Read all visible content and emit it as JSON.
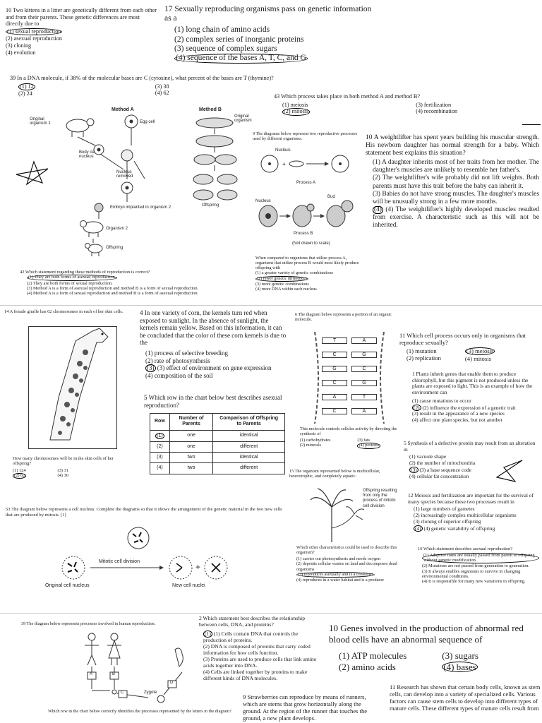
{
  "q10a": {
    "stem": "10 Two kittens in a litter are genetically different from each other and from their parents. These genetic differences are most directly due to",
    "options": [
      "(1) sexual reproduction",
      "(2) asexual reproduction",
      "(3) cloning",
      "(4) evolution"
    ]
  },
  "q17": {
    "stem": "17 Sexually reproducing organisms pass on genetic information as a",
    "options": [
      "(1) long chain of amino acids",
      "(2) complex series of inorganic proteins",
      "(3) sequence of complex sugars",
      "(4) sequence of the bases A, T, C, and G"
    ]
  },
  "q39": {
    "stem": "39 In a DNA molecule, if 38% of the molecular bases are C (cytosine), what percent of the bases are T (thymine)?",
    "options": [
      "(1) 12",
      "(2) 24",
      "(3) 38",
      "(4) 62"
    ]
  },
  "q43": {
    "stem": "43 Which process takes place in both method A and method B?",
    "options": [
      "(1) meiosis",
      "(2) mitosis",
      "(3) fertilization",
      "(4) recombination"
    ]
  },
  "diagramA": {
    "title": "Method A",
    "labels": [
      "Original organism 1",
      "Egg cell",
      "Body cell nucleus",
      "Nucleus removed",
      "Embryo implanted in organism 2",
      "Organism 2",
      "Offspring"
    ]
  },
  "diagramB": {
    "title": "Method B",
    "labels": [
      "Original organism",
      "Offspring"
    ]
  },
  "q9": {
    "intro": "9 The diagrams below represent two reproductive processes used by different organisms.",
    "labels": [
      "Nucleus",
      "Process A",
      "Nucleus",
      "Bud",
      "Process B",
      "(Not drawn to scale)"
    ],
    "stem": "When compared to organisms that utilize process A, organisms that utilize process B would most likely produce offspring with",
    "options": [
      "(1) a greater variety of genetic combinations",
      "(2) fewer genetic differences",
      "(3) more genetic combinations",
      "(4) more DNA within each nucleus"
    ]
  },
  "q10b": {
    "stem": "10 A weightlifter has spent years building his muscular strength. His newborn daughter has normal strength for a baby. Which statement best explains this situation?",
    "options": [
      "(1) A daughter inherits most of her traits from her mother. The daughter's muscles are unlikely to resemble her father's.",
      "(2) The weightlifter's wife probably did not lift weights. Both parents must have this trait before the baby can inherit it.",
      "(3) Babies do not have strong muscles. The daughter's muscles will be unusually strong in a few more months.",
      "(4) The weightlifter's highly developed muscles resulted from exercise. A characteristic such as this will not be inherited."
    ]
  },
  "q42": {
    "stem": "42 Which statement regarding these methods of reproduction is correct?",
    "options": [
      "(1) They are both forms of asexual reproduction.",
      "(2) They are both forms of sexual reproduction.",
      "(3) Method A is a form of asexual reproduction and method B is a form of sexual reproduction.",
      "(4) Method A is a form of sexual reproduction and method B is a form of asexual reproduction."
    ]
  },
  "q14": {
    "stem": "14 A female giraffe has 62 chromosomes in each of her skin cells.",
    "ask": "How many chromosomes will be in the skin cells of her offspring?",
    "options": [
      "(1) 124",
      "(2) 62",
      "(3) 31",
      "(4) 30"
    ]
  },
  "q4": {
    "stem": "4 In one variety of corn, the kernels turn red when exposed to sunlight. In the absence of sunlight, the kernels remain yellow. Based on this information, it can be concluded that the color of these corn kernels is due to the",
    "options": [
      "(1) process of selective breeding",
      "(2) rate of photosynthesis",
      "(3) effect of environment on gene expression",
      "(4) composition of the soil"
    ]
  },
  "q5a": {
    "stem": "5 Which row in the chart below best describes asexual reproduction?",
    "headers": [
      "Row",
      "Number of Parents",
      "Comparison of Offspring to Parents"
    ],
    "rows": [
      [
        "(1)",
        "one",
        "identical"
      ],
      [
        "(2)",
        "one",
        "different"
      ],
      [
        "(3)",
        "two",
        "identical"
      ],
      [
        "(4)",
        "two",
        "different"
      ]
    ]
  },
  "q6": {
    "stem": "6 The diagram below represents a portion of an organic molecule.",
    "pairs": [
      [
        "T",
        "A"
      ],
      [
        "C",
        "G"
      ],
      [
        "G",
        "C"
      ],
      [
        "C",
        "G"
      ],
      [
        "A",
        "T"
      ],
      [
        "C",
        "A"
      ]
    ],
    "ask": "This molecule controls cellular activity by directing the synthesis of",
    "options": [
      "(1) carbohydrates",
      "(2) minerals",
      "(3) fats",
      "(4) proteins"
    ]
  },
  "q11": {
    "stem": "11 Which cell process occurs only in organisms that reproduce sexually?",
    "options": [
      "(1) mutation",
      "(2) replication",
      "(3) meiosis",
      "(4) mitosis"
    ]
  },
  "q1": {
    "stem": "1 Plants inherit genes that enable them to produce chlorophyll, but this pigment is not produced unless the plants are exposed to light. This is an example of how the environment can",
    "options": [
      "(1) cause mutations to occur",
      "(2) influence the expression of a genetic trait",
      "(3) result in the appearance of a new species",
      "(4) affect one plant species, but not another"
    ]
  },
  "q5b": {
    "stem": "5 Synthesis of a defective protein may result from an alteration in",
    "options": [
      "(1) vacuole shape",
      "(2) the number of mitochondria",
      "(3) a base sequence code",
      "(4) cellular fat concentration"
    ]
  },
  "q15": {
    "stem": "15 The organism represented below is multicellular, heterotrophic, and completely aquatic.",
    "label": "Offspring resulting from only the process of mitotic cell division",
    "ask": "Which other characteristics could be used to describe this organism?",
    "options": [
      "(1) carries out photosynthesis and needs oxygen",
      "(2) deposits cellular wastes on land and decomposes dead organisms",
      "(3) reproduces asexually and is a consumer",
      "(4) reproduces in a water habitat and is a producer"
    ]
  },
  "q12": {
    "stem": "12 Meiosis and fertilization are important for the survival of many species because these two processes result in",
    "options": [
      "(1) large numbers of gametes",
      "(2) increasingly complex multicellular organisms",
      "(3) cloning of superior offspring",
      "(4) genetic variability of offspring"
    ]
  },
  "q16": {
    "stem": "16 Which statement describes asexual reproduction?",
    "options": [
      "(1) Adaptive traits are usually passed from parent to offspring without genetic modification.",
      "(2) Mutations are not passed from generation to generation.",
      "(3) It always enables organisms to survive in changing environmental conditions.",
      "(4) It is responsible for many new variations in offspring."
    ]
  },
  "q53": {
    "stem": "53 The diagram below represents a cell nucleus. Complete the diagrams so that it shows the arrangement of the genetic material in the two new cells that are produced by mitosis. [1]",
    "arrow": "Mitotic cell division",
    "left": "Original cell nucleus",
    "right": "New cell nuclei",
    "plus": "+"
  },
  "q2": {
    "stem": "2 Which statement best describes the relationship between cells, DNA, and proteins?",
    "options": [
      "(1) Cells contain DNA that controls the production of proteins.",
      "(2) DNA is composed of proteins that carry coded information for how cells function.",
      "(3) Proteins are used to produce cells that link amino acids together into DNA.",
      "(4) Cells are linked together by proteins to make different kinds of DNA molecules."
    ]
  },
  "q10c": {
    "stem": "10 Genes involved in the production of abnormal red blood cells have an abnormal sequence of",
    "options": [
      "(1) ATP molecules",
      "(2) amino acids",
      "(3) sugars",
      "(4) bases"
    ]
  },
  "q39b": {
    "stem": "39 The diagram below represents processes involved in human reproduction.",
    "labels": [
      "A",
      "B",
      "C",
      "D",
      "Zygote"
    ],
    "ask": "Which row in the chart below correctly identifies the processes represented by the letters in the diagram?"
  },
  "q9b": {
    "stem": "9 Strawberries can reproduce by means of runners, which are stems that grow horizontally along the ground. At the region of the runner that touches the ground, a new plant develops."
  },
  "q11b": {
    "stem": "11 Research has shown that certain body cells, known as stem cells, can develop into a variety of specialized cells. Various factors can cause stem cells to develop into different types of mature cells. These different types of mature cells result from"
  }
}
